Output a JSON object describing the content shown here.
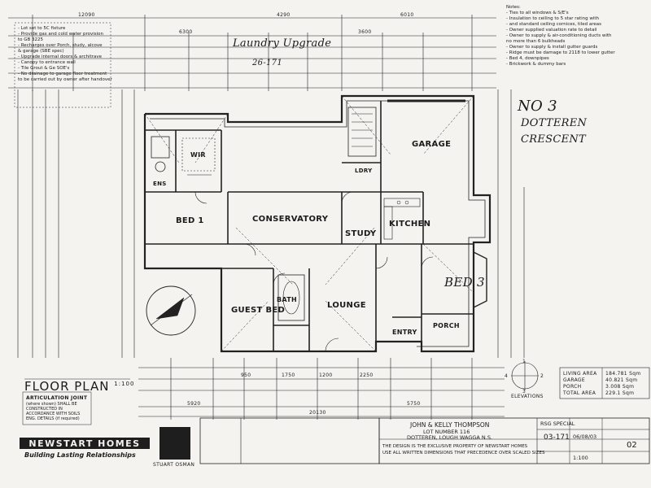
{
  "notes_left": [
    "- Lot set to 5C fixture",
    "- Provide gas and cold water provision",
    "  to GB 3225",
    "- Recharges over Porch, study, alcove",
    "  & garage (SBE spec)",
    "- Upgrade internal doors & architrave",
    "- Canopy to entrance wall",
    "- Tile Grout & Ge SOE's",
    "- No drainage to garage floor treatment",
    "  to be carried out by owner after handover"
  ],
  "notes_right": [
    "Notes:",
    "- Ties to all windows & S/E's",
    "- Insulation to ceiling to 5 star rating with",
    "- and standard ceiling cornices, tiled areas",
    "- Owner supplied valuation rate to detail",
    "- Owner to supply & air-conditioning ducts with",
    "  no more than 6 bulkheads",
    "- Owner to supply & install gutter guards",
    "- Ridge must be damage to 2118 to lower gutter",
    "- Bed 4, downpipes",
    "- Brickwork & dummy bars"
  ],
  "rooms": {
    "bed1": "BED 1",
    "conservatory": "CONSERVATORY",
    "study": "STUDY",
    "kitchen": "KITCHEN",
    "garage": "GARAGE",
    "guest_bed": "GUEST BED",
    "bath": "BATH",
    "lounge": "LOUNGE",
    "entry": "ENTRY",
    "porch": "PORCH",
    "bed3": "BED 3",
    "wir": "WIR",
    "ens": "ENS",
    "ldry": "LDRY"
  },
  "handwriting": {
    "top_note": "Laundry Upgrade",
    "top_note_sub": "26-171",
    "address_line1": "NO 3",
    "address_line2": "DOTTEREN",
    "address_line3": "CRESCENT"
  },
  "dimensions": {
    "top_left_total": "12090",
    "top_mid": "4290",
    "top_right_total": "6010",
    "top_a": "6300",
    "top_b": "3600",
    "bottom_a": "950",
    "bottom_b": "1750",
    "bottom_c": "1200",
    "bottom_d": "2250",
    "bottom_total": "20130",
    "bottom_e": "5920",
    "bottom_f": "5750"
  },
  "title": {
    "floor_plan": "FLOOR PLAN",
    "scale": "1:100",
    "articulation_note": "ARTICULATION JOINT",
    "articulation_sub": "(where shown) SHALL BE CONSTRUCTED IN ACCORDANCE WITH SOILS ENG. DETAILS (if required)",
    "elevation_label": "ELEVATIONS"
  },
  "brand": {
    "name": "NEWSTART HOMES",
    "tagline": "Building Lasting Relationships",
    "logo_text": "STUART OSMAN"
  },
  "title_block": {
    "client": "JOHN & KELLY THOMPSON",
    "lot": "LOT NUMBER 116",
    "address": "DOTTEREN, LOUGH WAGGA N.S.",
    "disclaimer": "THE DESIGN IS THE EXCLUSIVE PROPERTY OF NEWSTART HOMES",
    "disclaimer2": "USE ALL WRITTEN DIMENSIONS THAT PRECEDENCE OVER SCALED SIZES",
    "job_no": "03-171",
    "date": "06/08/03",
    "scale": "1:100",
    "sheet": "02",
    "design": "RSG SPECIAL"
  },
  "area_table": [
    {
      "label": "LIVING AREA",
      "value": "184.781 Sqm"
    },
    {
      "label": "GARAGE",
      "value": "40.821 Sqm"
    },
    {
      "label": "PORCH",
      "value": "3.008 Sqm"
    },
    {
      "label": "TOTAL AREA",
      "value": "229.1 Sqm"
    }
  ],
  "orientation": {
    "elev_numbers": [
      "1",
      "2",
      "3",
      "4"
    ]
  }
}
